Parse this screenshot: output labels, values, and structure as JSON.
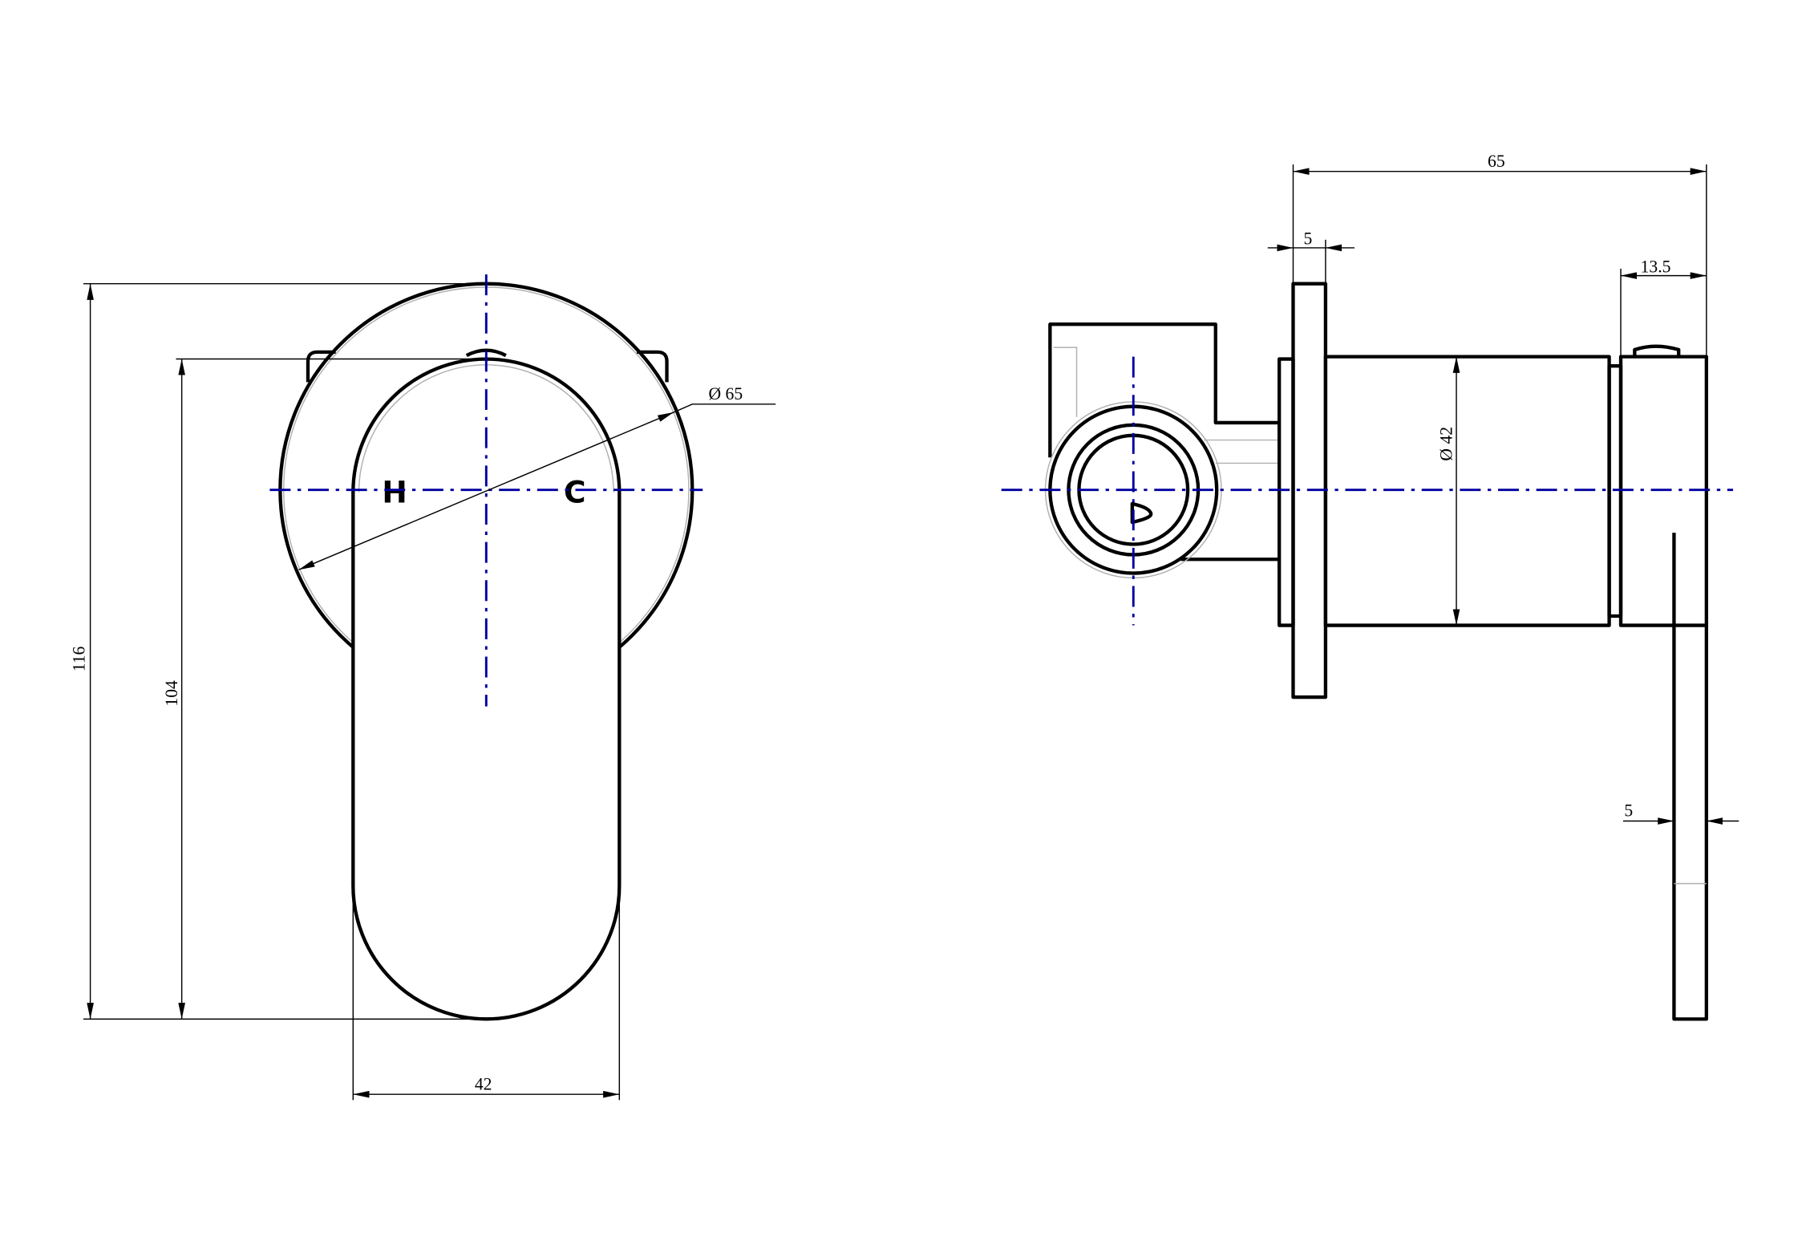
{
  "front_view": {
    "dimensions": {
      "overall_height": "116",
      "handle_height": "104",
      "handle_width": "42",
      "plate_diameter": "Ø 65"
    },
    "labels": {
      "hot": "H",
      "cold": "C"
    }
  },
  "side_view": {
    "dimensions": {
      "overall_depth": "65",
      "plate_thickness": "5",
      "handle_cap_depth": "13.5",
      "body_diameter": "Ø 42",
      "lever_thickness": "5"
    },
    "labels": {
      "indicator": "D"
    }
  },
  "colors": {
    "outline": "#000000",
    "centerline": "#0000a0"
  }
}
